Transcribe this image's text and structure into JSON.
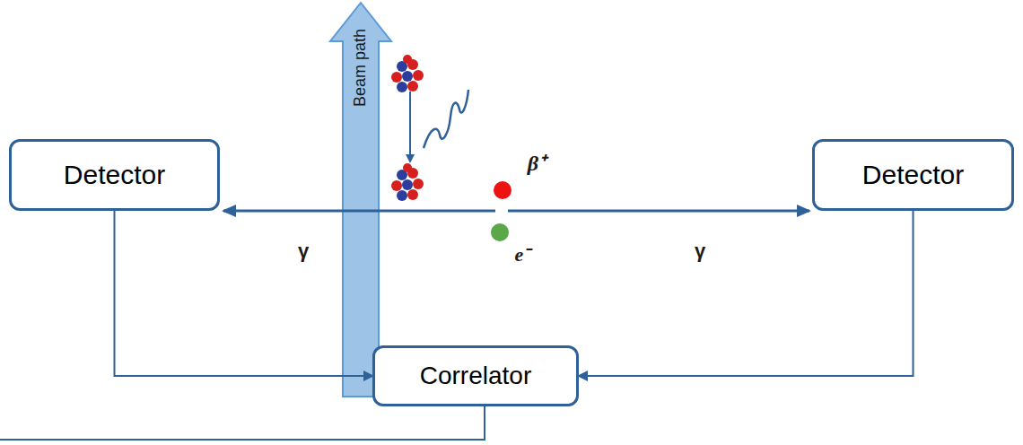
{
  "diagram": {
    "nodes": [
      {
        "text": [
          "Detector"
        ]
      },
      {
        "text": [
          "Detector"
        ]
      },
      {
        "text": [
          "Correlator"
        ]
      }
    ],
    "edges": [
      {
        "from": 0,
        "to": 2,
        "arrow": "to"
      },
      {
        "from": 1,
        "to": 2,
        "arrow": "to"
      }
    ],
    "labels": [
      "Beam path",
      "β⁺",
      "e⁻",
      "γ",
      "γ"
    ]
  }
}
